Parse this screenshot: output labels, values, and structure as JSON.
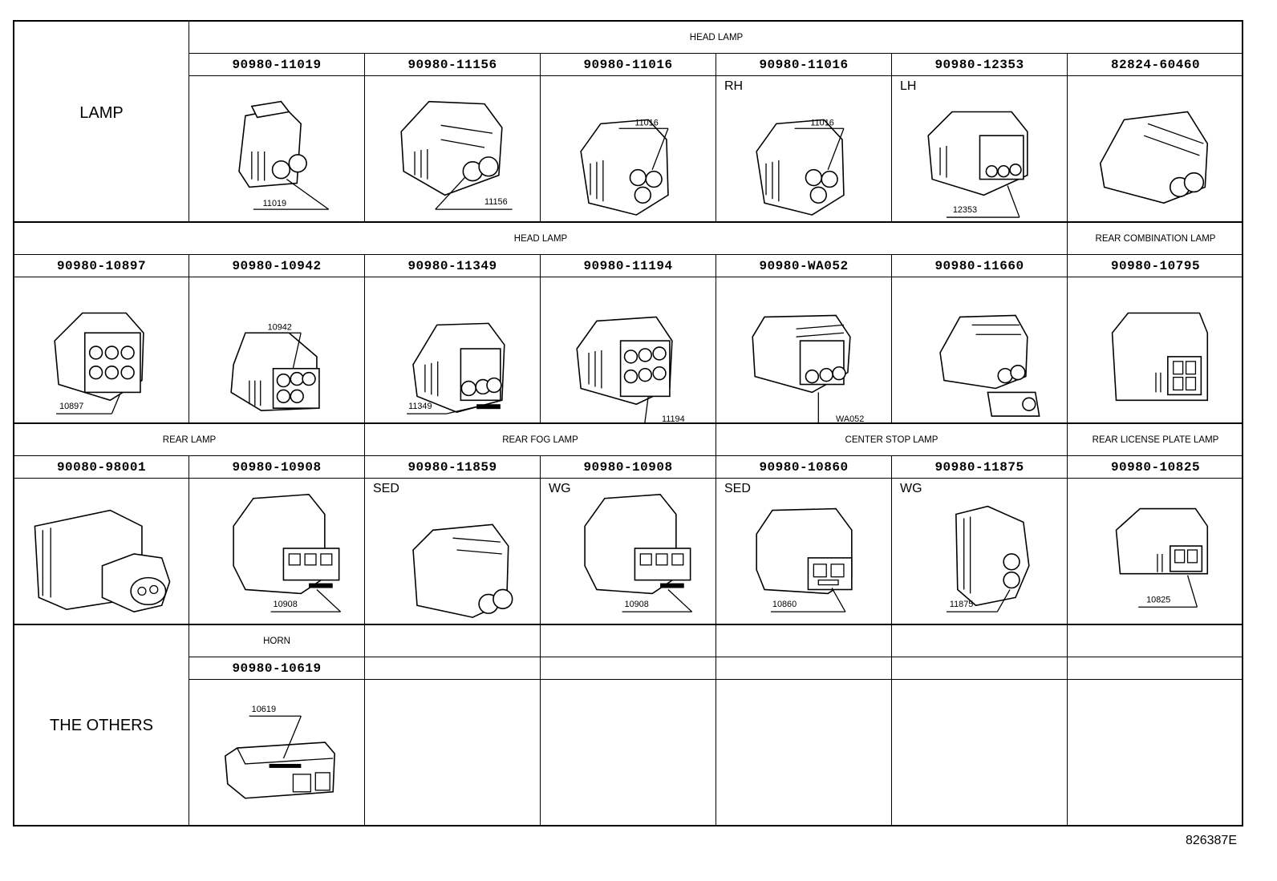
{
  "diagram_id": "826387E",
  "sections": {
    "lamp": "LAMP",
    "others": "THE OTHERS"
  },
  "rows": [
    {
      "groups": [
        "HEAD LAMP"
      ],
      "parts": [
        {
          "part_no": "90980-11019",
          "callout": "11019",
          "tag": ""
        },
        {
          "part_no": "90980-11156",
          "callout": "11156",
          "tag": ""
        },
        {
          "part_no": "90980-11016",
          "callout": "11016",
          "tag": ""
        },
        {
          "part_no": "90980-11016",
          "callout": "11016",
          "tag": "RH"
        },
        {
          "part_no": "90980-12353",
          "callout": "12353",
          "tag": "LH"
        },
        {
          "part_no": "82824-60460",
          "callout": "",
          "tag": ""
        }
      ]
    },
    {
      "groups": [
        "HEAD LAMP",
        "REAR COMBINATION LAMP"
      ],
      "parts": [
        {
          "part_no": "90980-10897",
          "callout": "10897",
          "tag": ""
        },
        {
          "part_no": "90980-10942",
          "callout": "10942",
          "tag": ""
        },
        {
          "part_no": "90980-11349",
          "callout": "11349",
          "tag": ""
        },
        {
          "part_no": "90980-11194",
          "callout": "11194",
          "tag": ""
        },
        {
          "part_no": "90980-WA052",
          "callout": "WA052",
          "tag": ""
        },
        {
          "part_no": "90980-11660",
          "callout": "",
          "tag": ""
        },
        {
          "part_no": "90980-10795",
          "callout": "",
          "tag": ""
        }
      ]
    },
    {
      "groups": [
        "REAR LAMP",
        "REAR FOG LAMP",
        "CENTER STOP LAMP",
        "REAR LICENSE PLATE LAMP"
      ],
      "parts": [
        {
          "part_no": "90080-98001",
          "callout": "",
          "tag": ""
        },
        {
          "part_no": "90980-10908",
          "callout": "10908",
          "tag": ""
        },
        {
          "part_no": "90980-11859",
          "callout": "",
          "tag": "SED"
        },
        {
          "part_no": "90980-10908",
          "callout": "10908",
          "tag": "WG"
        },
        {
          "part_no": "90980-10860",
          "callout": "10860",
          "tag": "SED"
        },
        {
          "part_no": "90980-11875",
          "callout": "11875",
          "tag": "WG"
        },
        {
          "part_no": "90980-10825",
          "callout": "10825",
          "tag": ""
        }
      ]
    },
    {
      "groups": [
        "HORN"
      ],
      "parts": [
        {
          "part_no": "90980-10619",
          "callout": "10619",
          "tag": ""
        }
      ]
    }
  ]
}
